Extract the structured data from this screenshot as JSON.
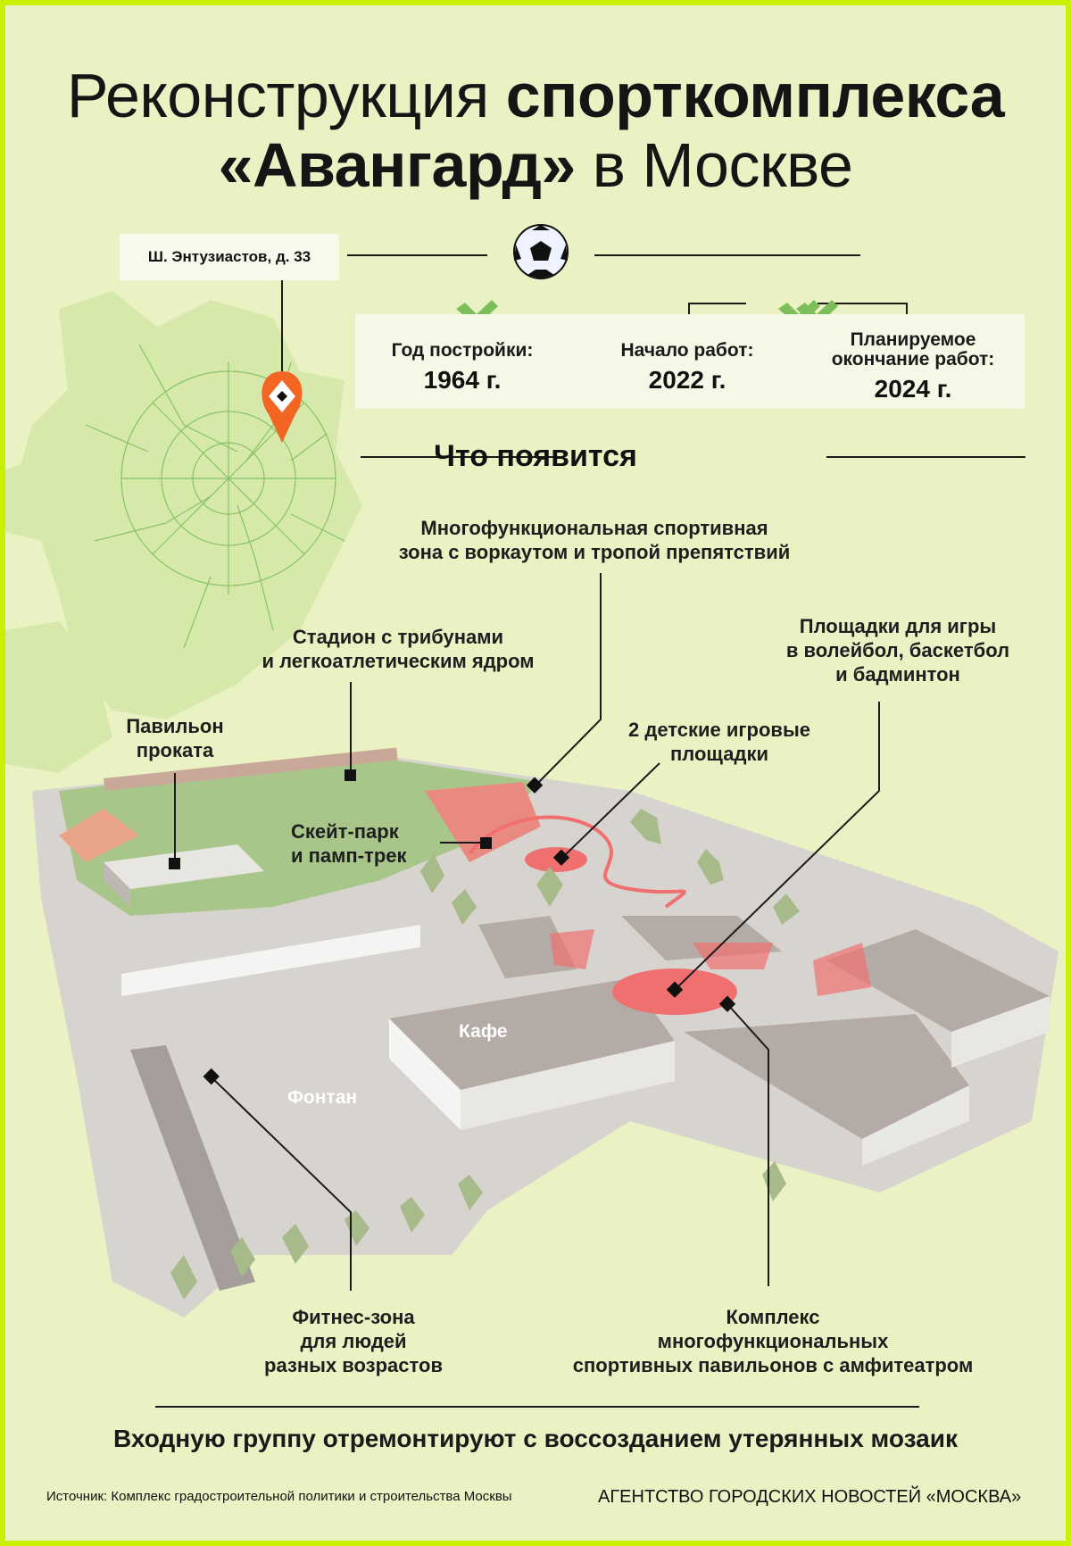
{
  "title": {
    "part1": "Реконструкция ",
    "part2": "спорткомплекса",
    "part3": "«Авангард»",
    "part4": " в Москве"
  },
  "address": "Ш. Энтузиастов, д. 33",
  "dates": [
    {
      "label": "Год постройки:",
      "value": "1964 г."
    },
    {
      "label": "Начало работ:",
      "value": "2022 г."
    },
    {
      "label1": "Планируемое",
      "label2": "окончание работ:",
      "value": "2024 г."
    }
  ],
  "section_title": "Что появится",
  "features": {
    "multi_zone": [
      "Многофункциональная спортивная",
      "зона с воркаутом и тропой препятствий"
    ],
    "stadium": [
      "Стадион с трибунами",
      "и легкоатлетическим ядром"
    ],
    "courts": [
      "Площадки для игры",
      "в волейбол, баскетбол",
      "и бадминтон"
    ],
    "rental": [
      "Павильон",
      "проката"
    ],
    "kids": [
      "2 детские игровые",
      "площадки"
    ],
    "skate": [
      "Скейт-парк",
      "и памп-трек"
    ],
    "cafe": "Кафе",
    "fountain": "Фонтан",
    "fitness": [
      "Фитнес-зона",
      "для людей",
      "разных возрастов"
    ],
    "pavilions": [
      "Комплекс",
      "многофункциональных",
      "спортивных павильонов с амфитеатром"
    ]
  },
  "footer_note": "Входную группу отремонтируют с воссозданием утерянных мозаик",
  "source": "Источник: Комплекс градостроительной политики и строительства Москвы",
  "agency": "АГЕНТСТВО ГОРОДСКИХ НОВОСТЕЙ «МОСКВА»",
  "icons": [
    "soccer-ball-icon",
    "checkmark-icon",
    "location-pin-icon"
  ],
  "colors": {
    "accent": "#c8f000",
    "background": "#eaf2c4",
    "pin": "#f26522",
    "highlight": "#f07070",
    "green": "#7cbf5a"
  }
}
